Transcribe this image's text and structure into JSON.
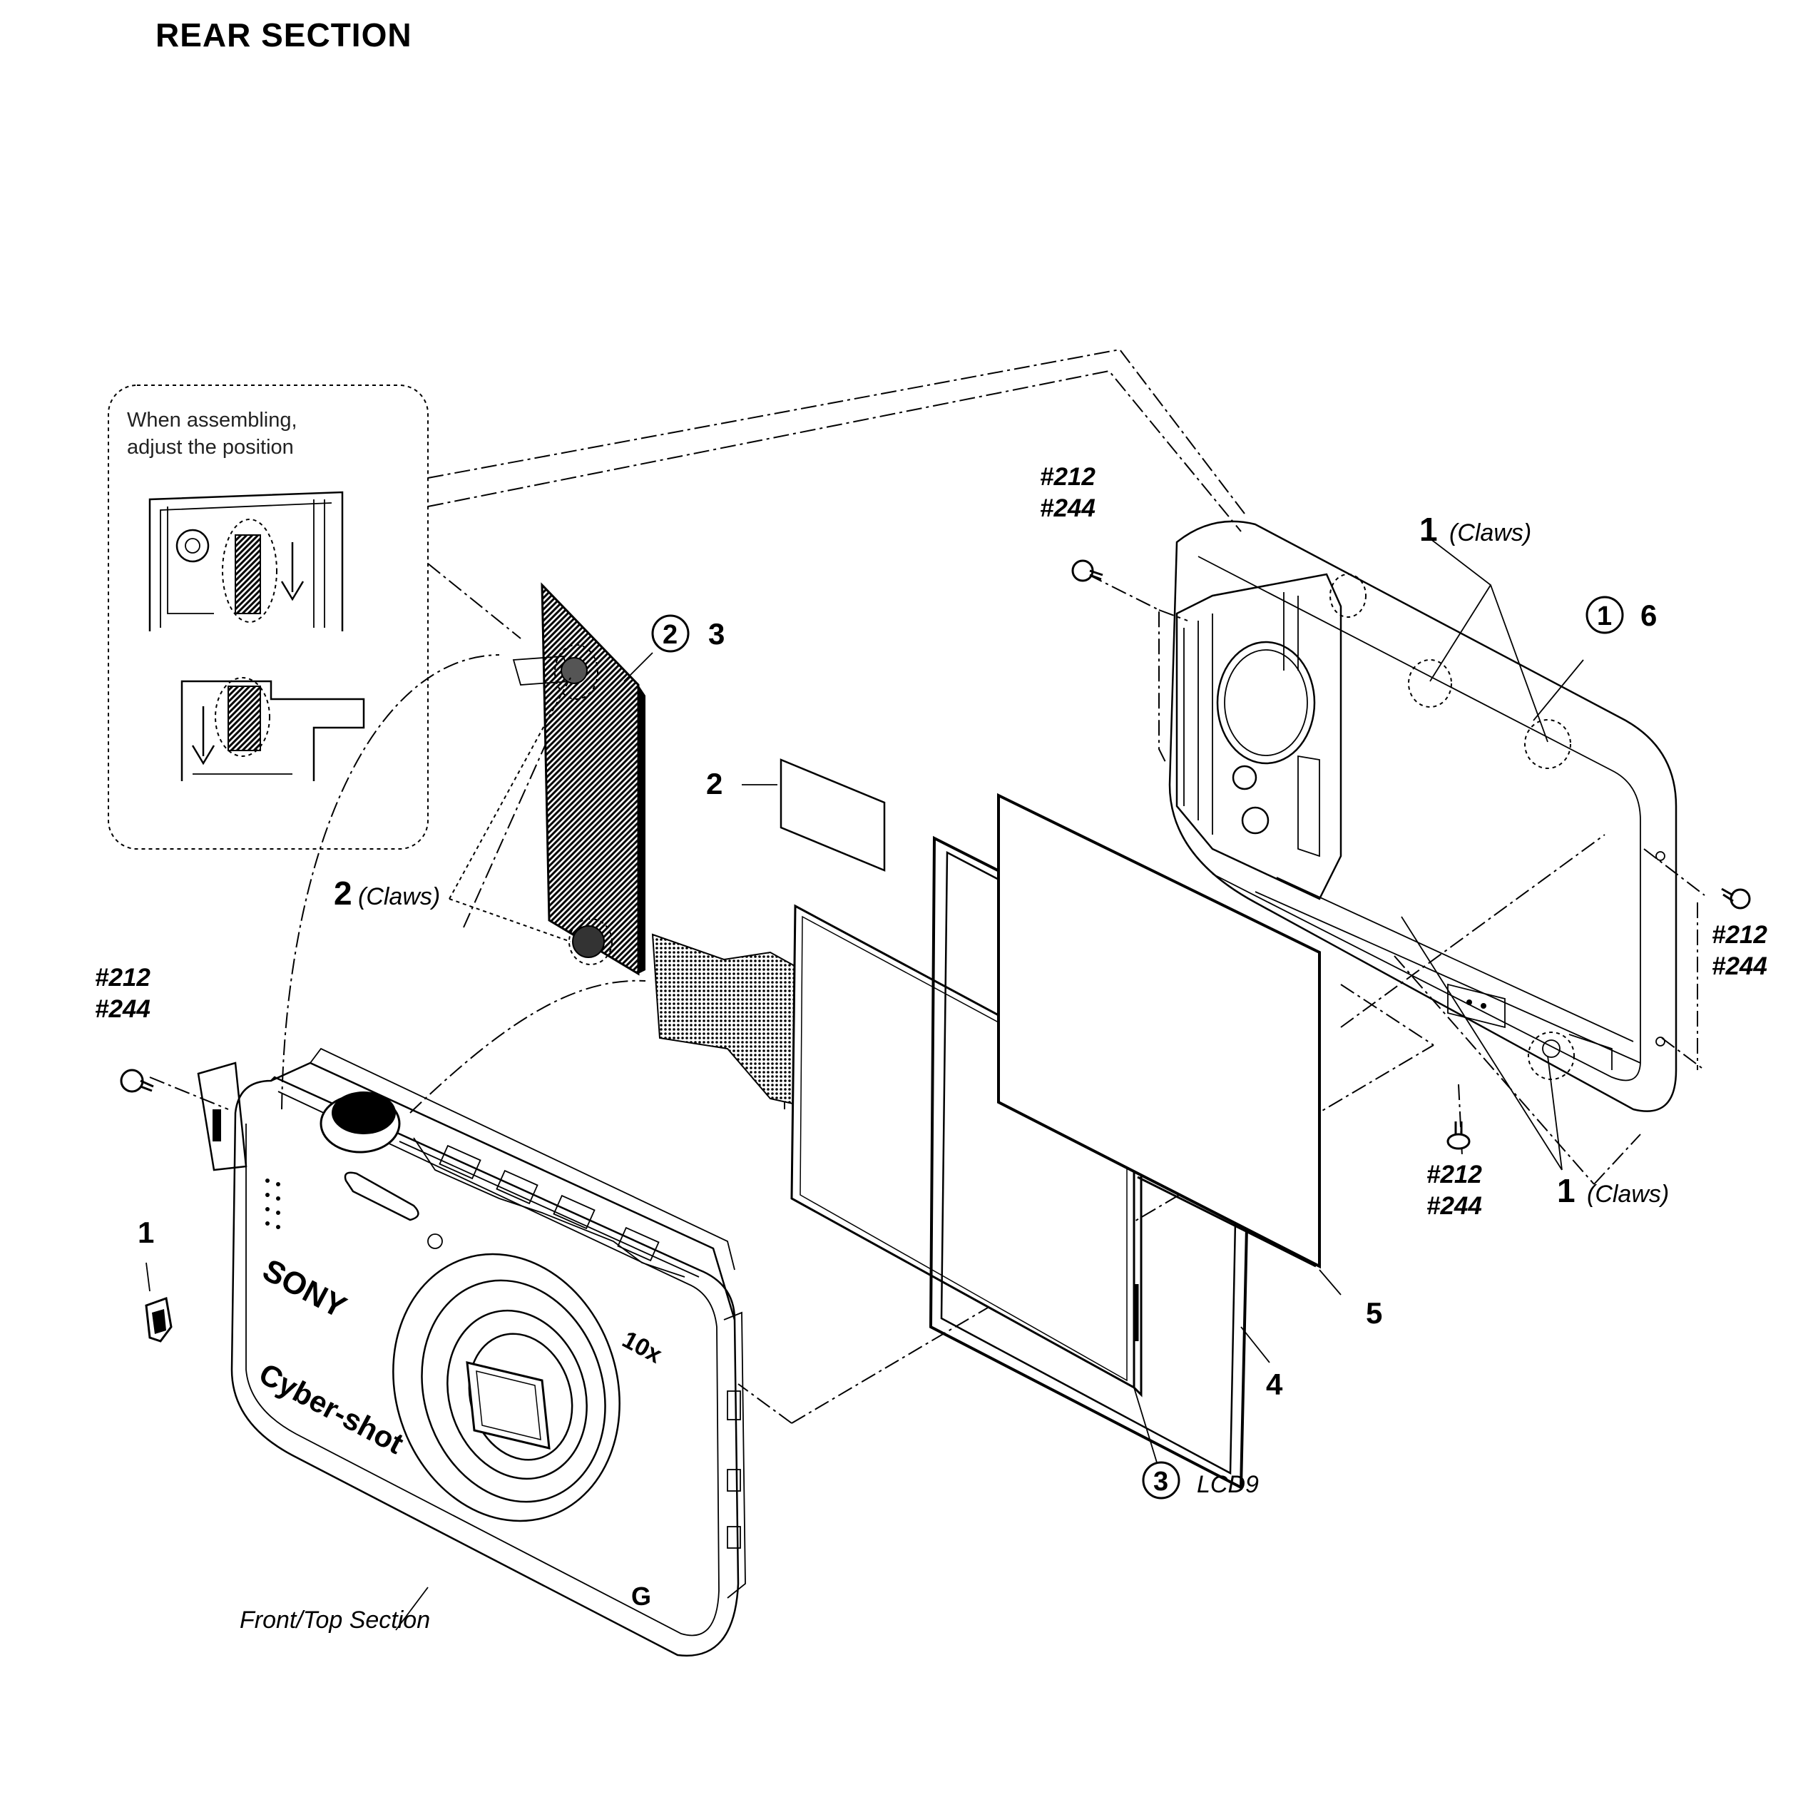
{
  "title": "REAR SECTION",
  "inset": {
    "note_line1": "When assembling,",
    "note_line2": "adjust the position"
  },
  "labels": {
    "screw_ref_a": "#212",
    "screw_ref_b": "#244",
    "claws": "(Claws)",
    "front_top_section": "Front/Top Section",
    "lcd_ref": "LCD9",
    "sony_logo": "SONY",
    "cybershot_logo": "Cyber-shot",
    "zoom_badge": "10x",
    "g_badge": "G"
  },
  "parts": {
    "p1": "1",
    "p2": "2",
    "p3": "3",
    "p4": "4",
    "p5": "5",
    "p6": "6"
  },
  "circled": {
    "c1": "1",
    "c2": "2",
    "c3": "3"
  }
}
